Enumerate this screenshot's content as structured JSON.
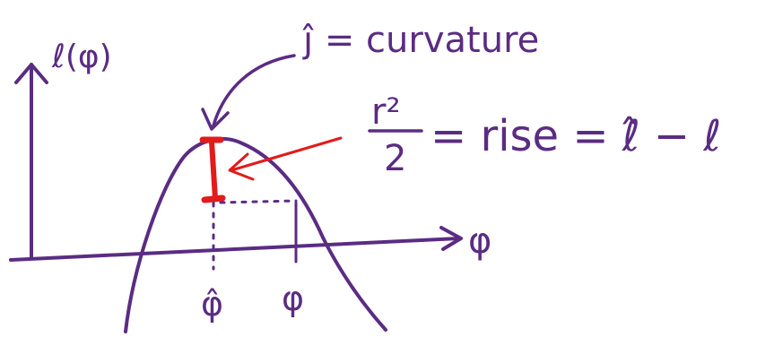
{
  "axes": {
    "y_label": "ℓ(φ)",
    "x_label": "φ"
  },
  "ticks": {
    "phi_hat": "φ̂",
    "phi": "φ"
  },
  "annotations": {
    "curvature": "ĵ = curvature",
    "rise_fraction_numerator": "r²",
    "rise_fraction_denominator": "2",
    "rise_equation": "= rise = ℓ̂ − ℓ"
  },
  "colors": {
    "ink": "#5b2c83",
    "highlight": "#e21b1b"
  }
}
